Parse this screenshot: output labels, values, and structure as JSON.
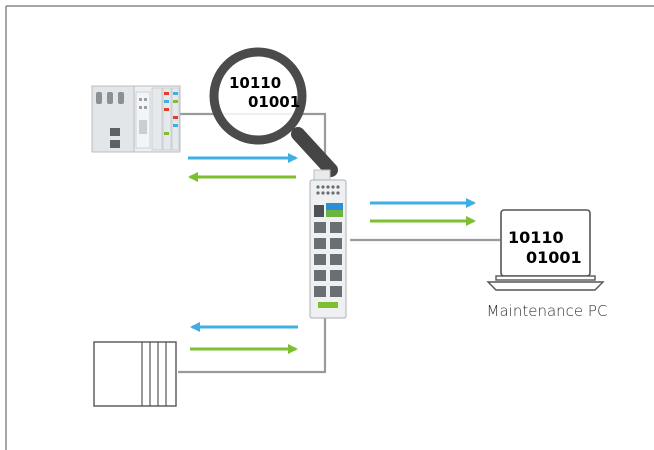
{
  "magnifier": {
    "line1": "10110",
    "line2": "01001"
  },
  "maintenance_pc": {
    "label": "Maintenance PC",
    "screen_line1": "10110",
    "screen_line2": "01001"
  },
  "colors": {
    "arrow_blue": "#3FAEE3",
    "arrow_green": "#7DBF2E",
    "cable_gray": "#9A9A9A",
    "switch_accent_blue": "#2B8FD6",
    "switch_accent_green": "#6CB33F"
  },
  "icons": [
    "plc-controller-icon",
    "industrial-switch-icon",
    "magnifier-icon",
    "laptop-icon",
    "device-panel-icon"
  ]
}
